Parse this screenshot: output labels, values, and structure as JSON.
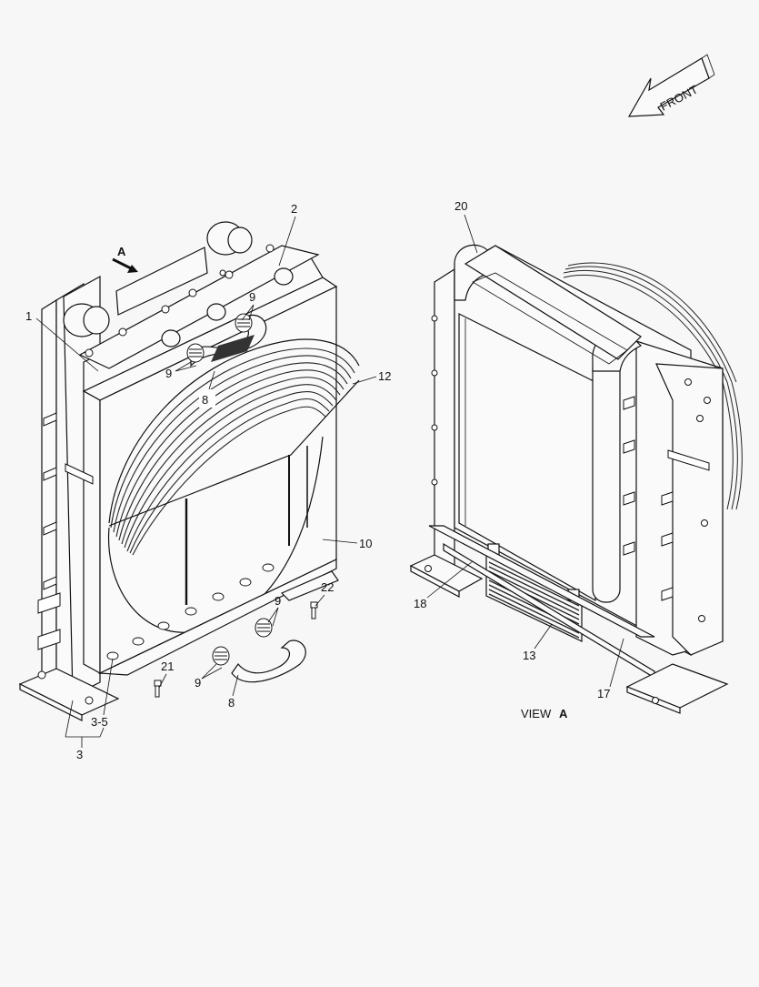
{
  "diagram": {
    "type": "exploded-parts-view",
    "subject": "Radiator assembly",
    "background_color": "#f7f7f7",
    "line_color": "#111111",
    "orientation_indicator": {
      "text": "FRONT",
      "icon": "arrow-left-icon"
    },
    "view_marker": {
      "letter": "A",
      "icon": "arrow-down-right-icon"
    },
    "main_view": {
      "callouts": [
        {
          "id": "c1",
          "text": "1"
        },
        {
          "id": "c2",
          "text": "2"
        },
        {
          "id": "c9a",
          "text": "9"
        },
        {
          "id": "c9b",
          "text": "9"
        },
        {
          "id": "c8a",
          "text": "8"
        },
        {
          "id": "c12",
          "text": "12"
        },
        {
          "id": "c10",
          "text": "10"
        },
        {
          "id": "c22",
          "text": "22"
        },
        {
          "id": "c9c",
          "text": "9"
        },
        {
          "id": "c9d",
          "text": "9"
        },
        {
          "id": "c8b",
          "text": "8"
        },
        {
          "id": "c21",
          "text": "21"
        },
        {
          "id": "c35",
          "text": "3-5"
        },
        {
          "id": "c3",
          "text": "3"
        }
      ]
    },
    "view_a": {
      "caption_prefix": "VIEW",
      "caption_letter": "A",
      "callouts": [
        {
          "id": "c20",
          "text": "20"
        },
        {
          "id": "c18",
          "text": "18"
        },
        {
          "id": "c13",
          "text": "13"
        },
        {
          "id": "c17",
          "text": "17"
        }
      ]
    }
  }
}
